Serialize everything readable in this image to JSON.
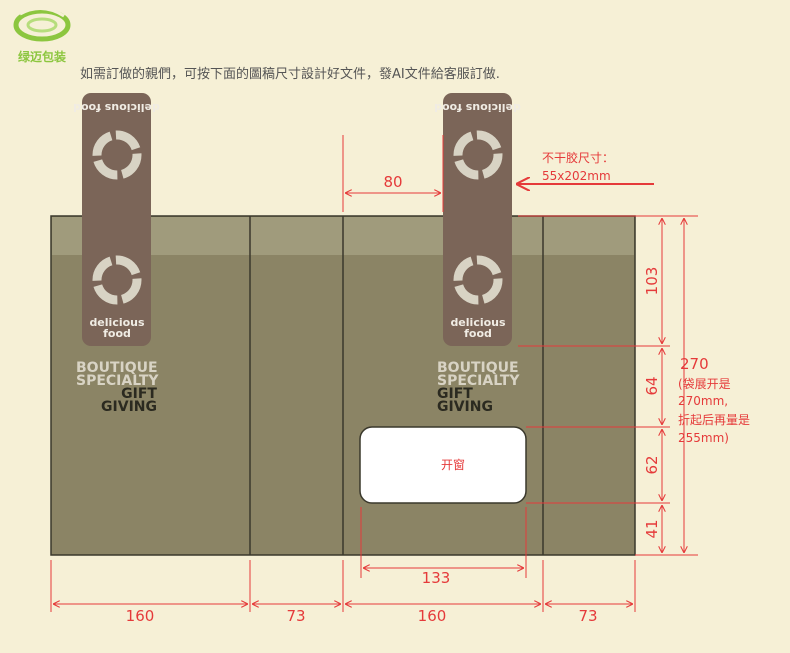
{
  "brand": {
    "name": "绿迈包装"
  },
  "instruction": "如需訂做的親們，可按下面的圖稿尺寸設計好文件，發AI文件給客服訂做.",
  "sticker": {
    "title": "不干胶尺寸：",
    "size": "55x202mm",
    "text_flipped": "delicious food",
    "line1": "delicious",
    "line2": "food"
  },
  "bag_print": {
    "line1": "BOUTIQUE",
    "line2": "SPECIALTY",
    "line3": "GIFT",
    "line4": "GIVING"
  },
  "window": {
    "label": "开窗",
    "width": "133"
  },
  "dimensions": {
    "sticker_offset": "80",
    "panel_widths": [
      "160",
      "73",
      "160",
      "73"
    ],
    "heights": [
      "103",
      "64",
      "62",
      "41"
    ],
    "total_height": "270",
    "total_note": [
      "(袋展开是",
      "270mm,",
      "折起后再量是",
      "255mm)"
    ]
  },
  "colors": {
    "background": "#f6f0d6",
    "bag_body": "#8b8465",
    "bag_top_band": "#a09b7c",
    "bag_lines": "#3a382c",
    "sticker": "#7b6558",
    "print_light": "#d8d3c4",
    "print_dark": "#2b2a20",
    "dimension": "#e53a3a",
    "logo_green": "#8cc63f",
    "instruction_text": "#555555"
  }
}
